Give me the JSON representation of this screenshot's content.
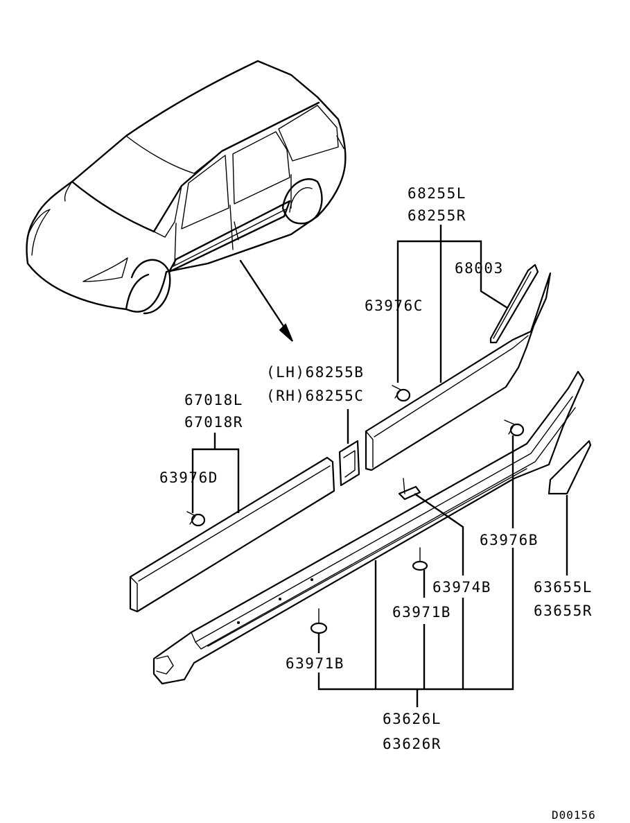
{
  "labels": {
    "p68255L": "68255L",
    "p68255R": "68255R",
    "p68003": "68003",
    "p63976C": "63976C",
    "p68255B": "(LH)68255B",
    "p68255C": "(RH)68255C",
    "p67018L": "67018L",
    "p67018R": "67018R",
    "p63976D": "63976D",
    "p63976B": "63976B",
    "p63974B": "63974B",
    "p63971B_upper": "63971B",
    "p63971B_lower": "63971B",
    "p63655L": "63655L",
    "p63655R": "63655R",
    "p63626L": "63626L",
    "p63626R": "63626R"
  },
  "diagram_code": "D00156"
}
